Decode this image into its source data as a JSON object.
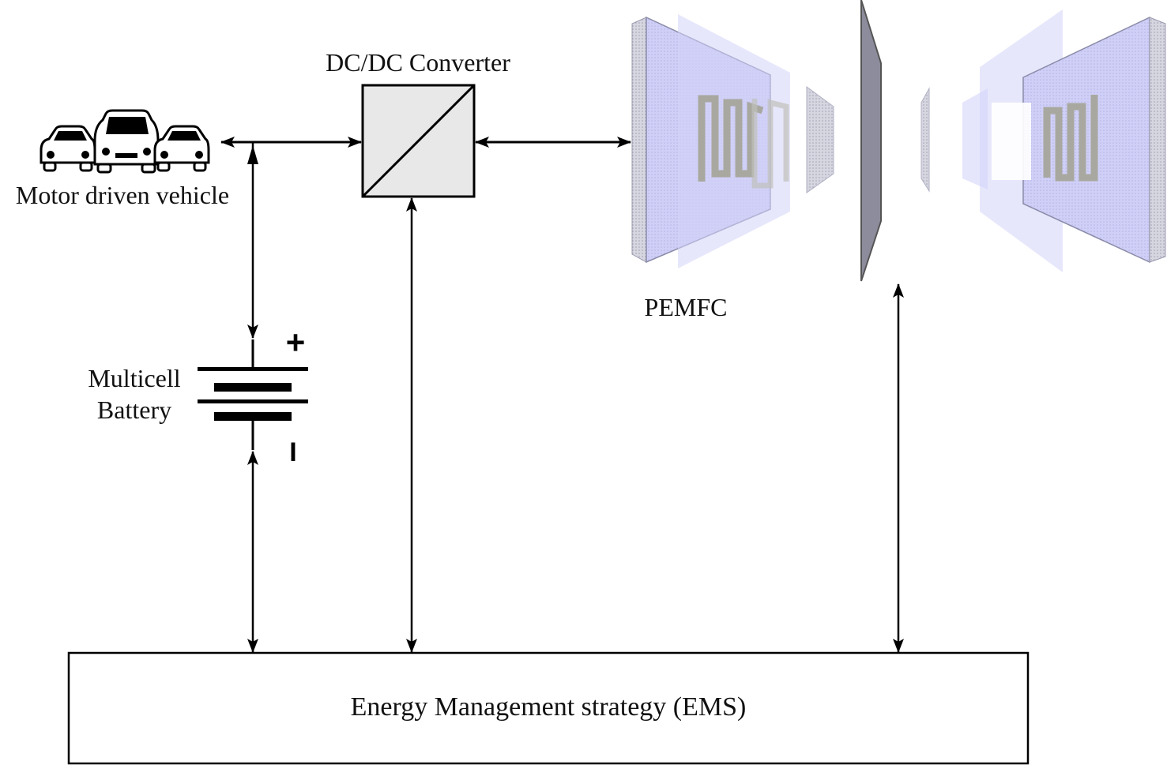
{
  "labels": {
    "converter": "DC/DC Converter",
    "vehicle": "Motor driven vehicle",
    "battery_line1": "Multicell",
    "battery_line2": "Battery",
    "plus": "+",
    "minus": "I",
    "fuel_cell": "PEMFC",
    "ems": "Energy Management strategy (EMS)"
  },
  "icons": {
    "vehicle": "car-group-icon",
    "converter": "dc-dc-converter-icon",
    "battery": "battery-symbol-icon",
    "fuel_cell": "pemfc-stack-icon"
  },
  "colors": {
    "line": "#000000",
    "converter_fill": "#e8e8e8",
    "fuel_cell_plate": "#c8c8f4",
    "fuel_cell_plate_light": "#d4d4fa",
    "fuel_cell_flow": "#a8a8a0",
    "fuel_cell_membrane": "#8c8c9c"
  }
}
